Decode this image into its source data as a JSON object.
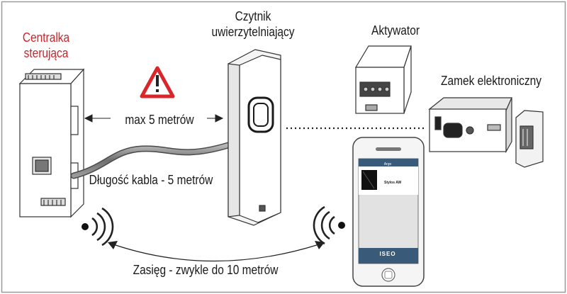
{
  "labels": {
    "control_unit": [
      "Centralka",
      "sterująca"
    ],
    "reader": [
      "Czytnik",
      "uwierzytelniający"
    ],
    "actuator": "Aktywator",
    "electronic_lock": "Zamek elektroniczny",
    "max_distance": "max 5 metrów",
    "cable_length": "Długość kabla - 5 metrów",
    "range": "Zasięg - zwykle do 10 metrów"
  },
  "phone_app": {
    "title": "Argo",
    "device_name": "Stylos AW",
    "brand": "ISEO"
  },
  "colors": {
    "accent_red": "#d0232a",
    "warning_red": "#d9262b",
    "phone_bar": "#3a5a7a",
    "frame": "#9a9a9a"
  }
}
